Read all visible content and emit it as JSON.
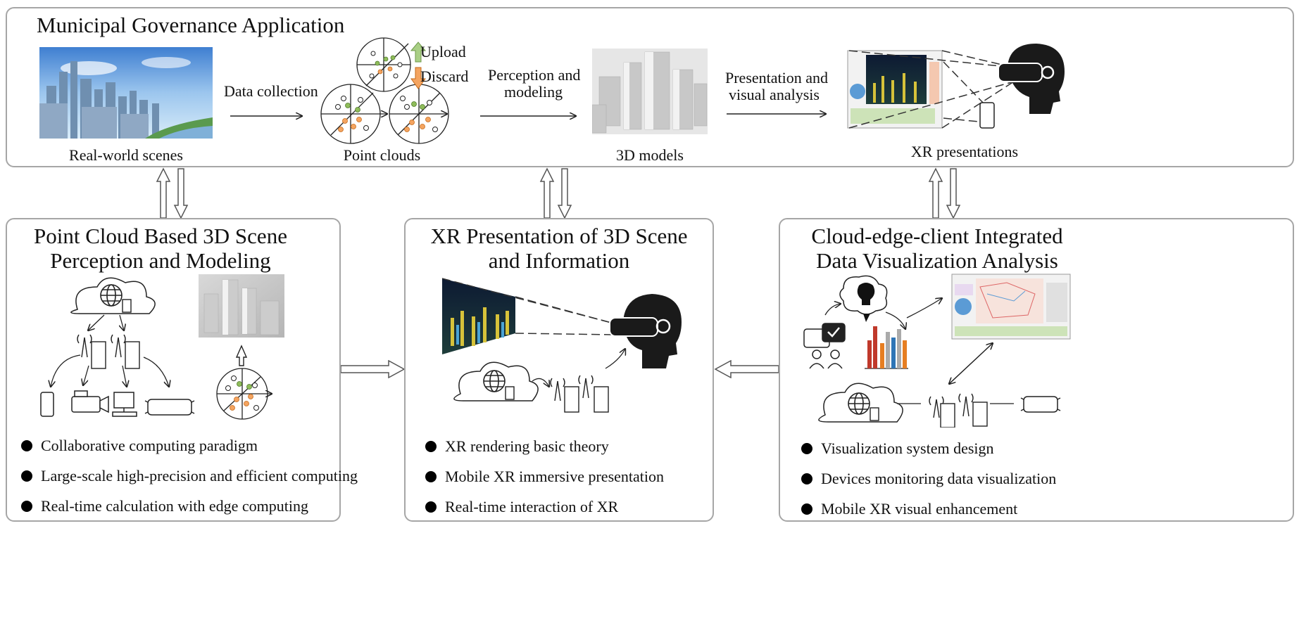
{
  "top_panel": {
    "title": "Municipal Governance Application",
    "captions": {
      "real_world": "Real-world scenes",
      "point_clouds": "Point clouds",
      "models": "3D models",
      "xr": "XR presentations"
    },
    "arrow_labels": {
      "data_collection": "Data collection",
      "perception_1": "Perception and",
      "perception_2": "modeling",
      "presentation_1": "Presentation and",
      "presentation_2": "visual analysis",
      "upload": "Upload",
      "discard": "Discard"
    }
  },
  "left_panel": {
    "title_1": "Point Cloud Based 3D Scene",
    "title_2": "Perception and Modeling",
    "bullets": [
      "Collaborative computing paradigm",
      "Large-scale high-precision and efficient computing",
      "Real-time calculation with edge computing"
    ]
  },
  "middle_panel": {
    "title_1": "XR Presentation of 3D Scene",
    "title_2": "and Information",
    "bullets": [
      "XR rendering basic theory",
      "Mobile XR immersive presentation",
      "Real-time interaction of XR"
    ]
  },
  "right_panel": {
    "title_1": "Cloud-edge-client Integrated",
    "title_2": "Data Visualization Analysis",
    "bullets": [
      "Visualization system design",
      "Devices monitoring data visualization",
      "Mobile XR visual enhancement"
    ]
  },
  "colors": {
    "border": "#a6a6a6",
    "orange": "#f4a460",
    "green": "#8fbc5a",
    "sky": "#5b9bd5"
  }
}
